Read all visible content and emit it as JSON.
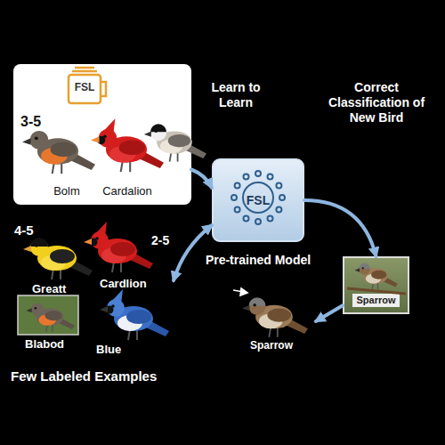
{
  "diagram": {
    "nodes": [
      {
        "text": [
          "FSL",
          "3-5",
          "Bolm",
          "Cardalion"
        ]
      },
      {
        "text": [
          "FSL",
          "Pre-trained Model"
        ]
      },
      {
        "text": [
          "Sparrow"
        ]
      },
      {
        "text": [
          "4-5",
          "Greatt",
          "2-5",
          "Cardlion",
          "Blabod",
          "Blue",
          "Few Labeled Examples"
        ]
      },
      {
        "text": [
          "Sparrow"
        ]
      }
    ],
    "edges": [
      {
        "from": 0,
        "to": 1,
        "arrow": "to",
        "label": "Learn to Learn"
      },
      {
        "from": 1,
        "to": 2,
        "arrow": "to",
        "label": "Correct Classification of New Bird"
      },
      {
        "from": 1,
        "to": 3,
        "arrow": "both"
      },
      {
        "from": 2,
        "to": 4,
        "arrow": "to"
      }
    ]
  }
}
